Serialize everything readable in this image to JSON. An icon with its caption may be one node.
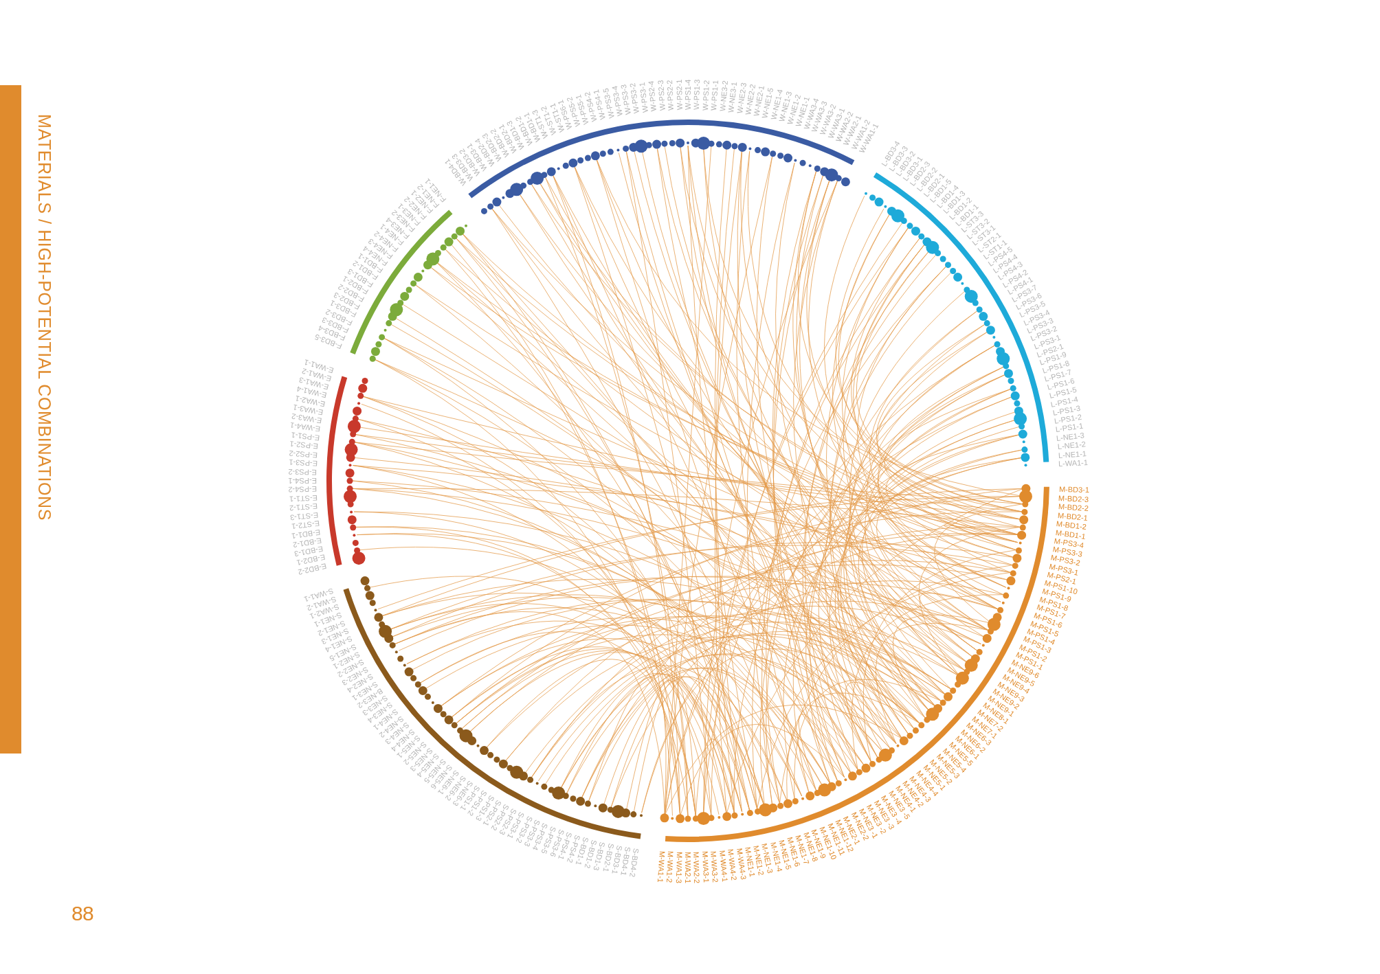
{
  "diagram": {
    "title": "MATERIALS / HIGH-POTENTIAL COMBINATIONS",
    "nodes": [
      {
        "text": [],
        "shape": "bar"
      }
    ],
    "labels": [
      "F-BD3-5",
      "F-BD3-4",
      "F-BD3-3",
      "F-BD3-2",
      "F-BD3-1",
      "F-BD2-3",
      "F-BD2-2",
      "F-BD2-1",
      "F-BD1-3",
      "F-BD1-2",
      "F-BD1-1",
      "F-NE4-4",
      "F-NE4-3",
      "F-NE4-2",
      "F-NE4-1",
      "F-NE3-4",
      "F-NE3-2",
      "F-NE3-1",
      "F-NE2-2",
      "F-NE2-1",
      "F-NE1-2",
      "F-NE1-1",
      "W-BD4-1",
      "W-BD3-3",
      "W-BD3-2",
      "W-BD3-1",
      "W-BD2-4",
      "W-BD2-3",
      "W-BD2-2",
      "W-BD2-1",
      "W-BD1-3",
      "W-BD1-2",
      "W-BD1-1",
      "W-ST1-3",
      "W-ST1-2",
      "W-ST1-1",
      "W-PS6-1",
      "W-PS5-2",
      "W-PS5-1",
      "W-PS4-2",
      "W-PS4-1",
      "W-PS3-5",
      "W-PS3-4",
      "W-PS3-3",
      "W-PS3-2",
      "W-PS3-1",
      "W-PS2-4",
      "W-PS2-3",
      "W-PS2-2",
      "W-PS2-1",
      "W-PS1-4",
      "W-PS1-3",
      "W-PS1-2",
      "W-PS1-1",
      "W-NE3-2",
      "W-NE3-1",
      "W-NE2-3",
      "W-NE2-2",
      "W-NE2-1",
      "W-NE1-5",
      "W-NE1-4",
      "W-NE1-3",
      "W-NE1-2",
      "W-NE1-1",
      "W-WA3-4",
      "W-WA3-3",
      "W-WA3-2",
      "W-WA3-1",
      "W-WA2-2",
      "W-WA2-1",
      "W-WA1-2",
      "W-WA1-1",
      "L-BD3-4",
      "L-BD3-3",
      "L-BD3-2",
      "L-BD3-1",
      "L-BD2-3",
      "L-BD2-2",
      "L-BD2-1",
      "L-BD1-5",
      "L-BD1-4",
      "L-BD1-3",
      "L-BD1-2",
      "L-BD1-1",
      "L-ST3-3",
      "L-ST3-2",
      "L-ST3-1",
      "L-ST2-1",
      "L-ST1-1",
      "L-PS4-5",
      "L-PS4-4",
      "L-PS4-3",
      "L-PS4-2",
      "L-PS4-1",
      "L-PS3-7",
      "L-PS3-6",
      "L-PS3-5",
      "L-PS3-4",
      "L-PS3-3",
      "L-PS3-2",
      "L-PS3-1",
      "L-PS2-1",
      "L-PS1-9",
      "L-PS1-8",
      "L-PS1-7",
      "L-PS1-6",
      "L-PS1-5",
      "L-PS1-4",
      "L-PS1-3",
      "L-PS1-2",
      "L-PS1-1",
      "L-NE1-3",
      "L-NE1-2",
      "L-NE1-1",
      "L-WA1-1",
      "E-WA1-1",
      "E-WA1-2",
      "E-WA1-3",
      "E-WA1-4",
      "E-WA2-1",
      "E-WA3-1",
      "E-WA3-2",
      "E-WA4-1",
      "E-PS1-1",
      "E-PS2-1",
      "E-PS2-2",
      "E-PS3-1",
      "E-PS3-2",
      "E-PS4-1",
      "E-PS4-2",
      "E-ST1-1",
      "E-ST1-2",
      "E-ST1-3",
      "E-ST2-1",
      "E-BD1-1",
      "E-BD1-2",
      "E-BD1-3",
      "E-BD2-1",
      "E-BD2-2",
      "S-WA1-1",
      "S-WA1-2",
      "S-WA2-1",
      "S-NE1-1",
      "S-NE1-2",
      "S-NE1-3",
      "S-NE1-4",
      "S-NE1-5",
      "S-NE2-1",
      "S-NE2-2",
      "S-NE2-3",
      "S-NE2-4",
      "S-NE3-1",
      "B-NE3-2",
      "S-NE3-3",
      "S-NE3-4",
      "S-NE4-1",
      "S-NE4-2",
      "S-NE4-3",
      "S-NE4-4",
      "S-NE5-1",
      "S-NE5-2",
      "S-NE5-3",
      "S-NE5-4",
      "S-NE5-5",
      "S-NE5-6",
      "S-NE6-1",
      "S-NE6-2",
      "S-NE6-3",
      "S-PS1-1",
      "S-PS1-2",
      "S-PS1-3",
      "S-PS2-1",
      "S-PS2-2",
      "S-PS2-3",
      "S-PS3-1",
      "S-PS3-2",
      "S-PS3-3",
      "S-PS3-4",
      "S-PS3-5",
      "S-PS3-6",
      "S-PS4-1",
      "S-PS4-2",
      "S-BD1-1",
      "S-BD1-2",
      "S-BD1-3",
      "S-BD2-1",
      "S-BD3-1",
      "S-BD4-1",
      "S-BD4-2",
      "M-WA1-1",
      "M-WA1-2",
      "M-WA1-3",
      "M-WA2-1",
      "M-WA2-2",
      "M-WA3-1",
      "M-WA3-2",
      "M-WA4-1",
      "M-WA4-2",
      "M-WA4-3",
      "M-NE1-1",
      "M-NE1-2",
      "M-NE1-3",
      "M-NE1-4",
      "M-NE1-5",
      "M-NE1-6",
      "M-NE1-7",
      "M-NE1-8",
      "M-NE1-9",
      "M-NE1-10",
      "M-NE1-11",
      "M-NE1-12",
      "M-NE2-1",
      "M-NE2-2",
      "M-NE3 -1",
      "M-NE3 -2",
      "M-NE3 -3",
      "M-NE3 -4",
      "M-NE3 -5",
      "M-NE4-1",
      "M-NE4-2",
      "M-NE4-3",
      "M-NE4-4",
      "M-NE5-1",
      "M-NE5-2",
      "M-NE5-3",
      "M-NE5-4",
      "M-NE5-5",
      "M-NE6-1",
      "M-NE6-2",
      "M-NE6-3",
      "M-NE7-1",
      "M-NE7-2",
      "M-NE8-1",
      "M-NE9-1",
      "M-NE9-2",
      "M-NE9-3",
      "M-NE9-4",
      "M-NE9-5",
      "M-NE9-6",
      "M-PS1-1",
      "M-PS1-2",
      "M-PS1-3",
      "M-PS1-4",
      "M-PS1-5",
      "M-PS1-6",
      "M-PS1-7",
      "M-PS1-8",
      "M-PS1-9",
      "M-PS1-10",
      "M-PS2-1",
      "M-PS3-1",
      "M-PS3-2",
      "M-PS3-3",
      "M-PS3-4",
      "M-BD1-1",
      "M-BD1-2",
      "M-BD2-1",
      "M-BD2-2",
      "M-BD2-3",
      "M-BD3-1",
      "88"
    ]
  }
}
